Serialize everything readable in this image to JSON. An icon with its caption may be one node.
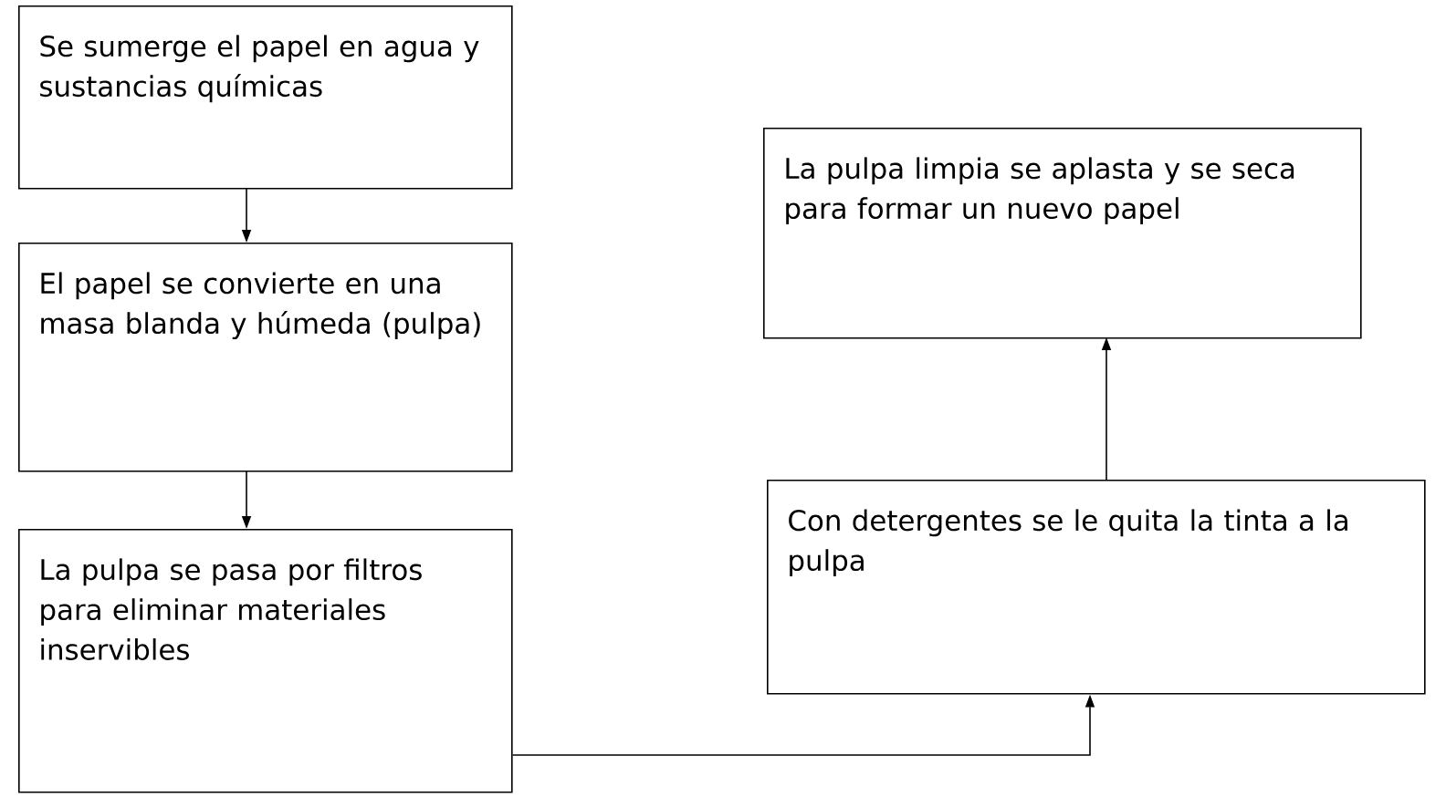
{
  "diagram": {
    "nodes": [
      {
        "text": [
          "Se sumerge el papel en agua y sustancias químicas"
        ]
      },
      {
        "text": [
          "El papel se convierte en una masa blanda y húmeda (pulpa)"
        ]
      },
      {
        "text": [
          "La pulpa se pasa por filtros para eliminar materiales inservibles"
        ]
      },
      {
        "text": [
          "La pulpa limpia se aplasta y se seca para formar un nuevo papel"
        ]
      },
      {
        "text": [
          "Con detergentes se le quita la tinta a la pulpa"
        ]
      }
    ],
    "edges": [
      {
        "from": 0,
        "to": 1,
        "arrow": "to"
      },
      {
        "from": 1,
        "to": 2,
        "arrow": "to"
      },
      {
        "from": 2,
        "to": 4,
        "arrow": "to"
      },
      {
        "from": 4,
        "to": 3,
        "arrow": "to"
      }
    ]
  }
}
